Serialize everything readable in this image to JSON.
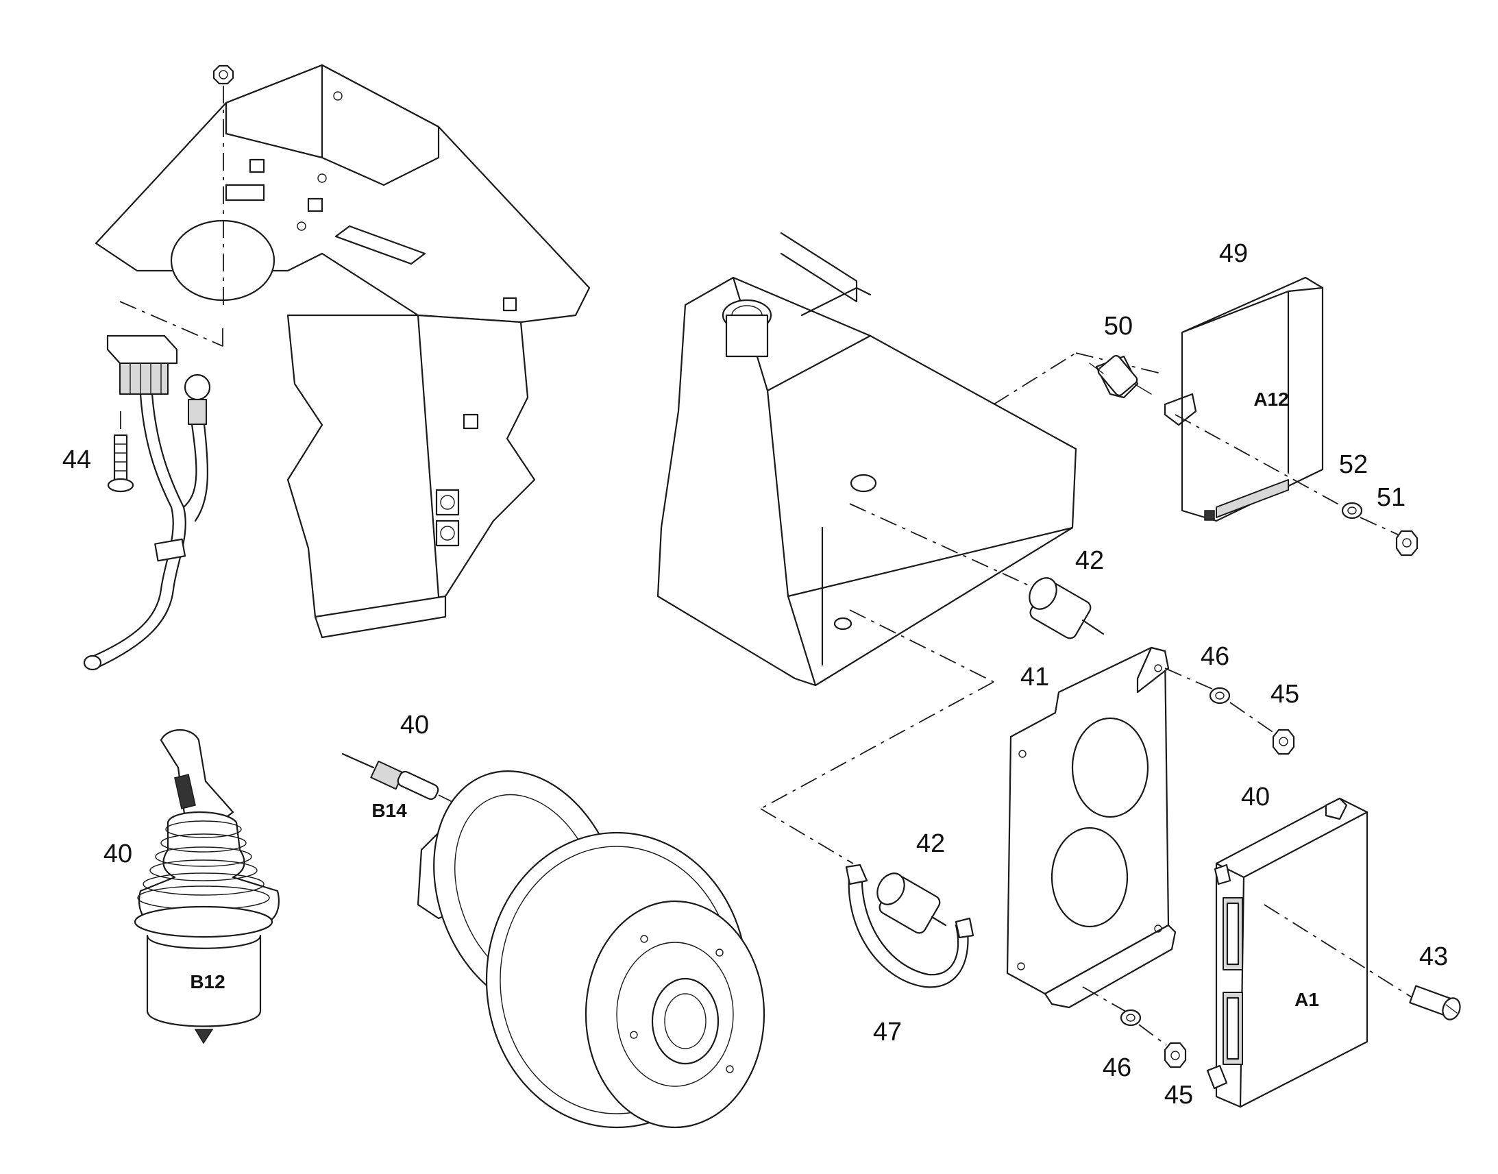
{
  "callouts": {
    "c49": "49",
    "c50": "50",
    "c52": "52",
    "c51": "51",
    "c44": "44",
    "c42a": "42",
    "c41": "41",
    "c46a": "46",
    "c45a": "45",
    "c40a": "40",
    "c40b": "40",
    "c40c": "40",
    "c42b": "42",
    "c47": "47",
    "c43": "43",
    "c46b": "46",
    "c45b": "45"
  },
  "component_codes": {
    "a12": "A12",
    "a1": "A1",
    "b14": "B14",
    "b12": "B12"
  },
  "colors": {
    "line": "#1a1a1a",
    "shade": "#d8d8d8",
    "background": "#ffffff"
  }
}
